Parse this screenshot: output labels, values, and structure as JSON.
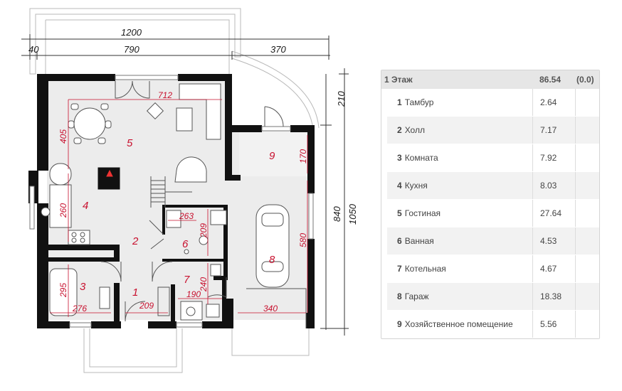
{
  "dimensions": {
    "top_total": "1200",
    "top_left": "40",
    "top_mid": "790",
    "top_right": "370",
    "right_210": "210",
    "right_840": "840",
    "right_1050": "1050"
  },
  "inner_dims": {
    "d712": "712",
    "d405": "405",
    "d260": "260",
    "d170": "170",
    "d263": "263",
    "d209a": "209",
    "d580": "580",
    "d295": "295",
    "d276": "276",
    "d209b": "209",
    "d240": "240",
    "d190": "190",
    "d340": "340"
  },
  "room_numbers": {
    "r1": "1",
    "r2": "2",
    "r3": "3",
    "r4": "4",
    "r5": "5",
    "r6": "6",
    "r7": "7",
    "r8": "8",
    "r9": "9"
  },
  "table": {
    "header": {
      "label": "1 Этаж",
      "area": "86.54",
      "extra": "(0.0)"
    },
    "rooms": [
      {
        "num": "1",
        "name": "Тамбур",
        "area": "2.64"
      },
      {
        "num": "2",
        "name": "Холл",
        "area": "7.17"
      },
      {
        "num": "3",
        "name": "Комната",
        "area": "7.92"
      },
      {
        "num": "4",
        "name": "Кухня",
        "area": "8.03"
      },
      {
        "num": "5",
        "name": "Гостиная",
        "area": "27.64"
      },
      {
        "num": "6",
        "name": "Ванная",
        "area": "4.53"
      },
      {
        "num": "7",
        "name": "Котельная",
        "area": "4.67"
      },
      {
        "num": "8",
        "name": "Гараж",
        "area": "18.38"
      },
      {
        "num": "9",
        "name": "Хозяйственное помещение",
        "area": "5.56"
      }
    ]
  },
  "colors": {
    "wall": "#111111",
    "floor": "#ebebeb",
    "dim_red": "#c8102e",
    "outline": "#b0b0b0"
  }
}
